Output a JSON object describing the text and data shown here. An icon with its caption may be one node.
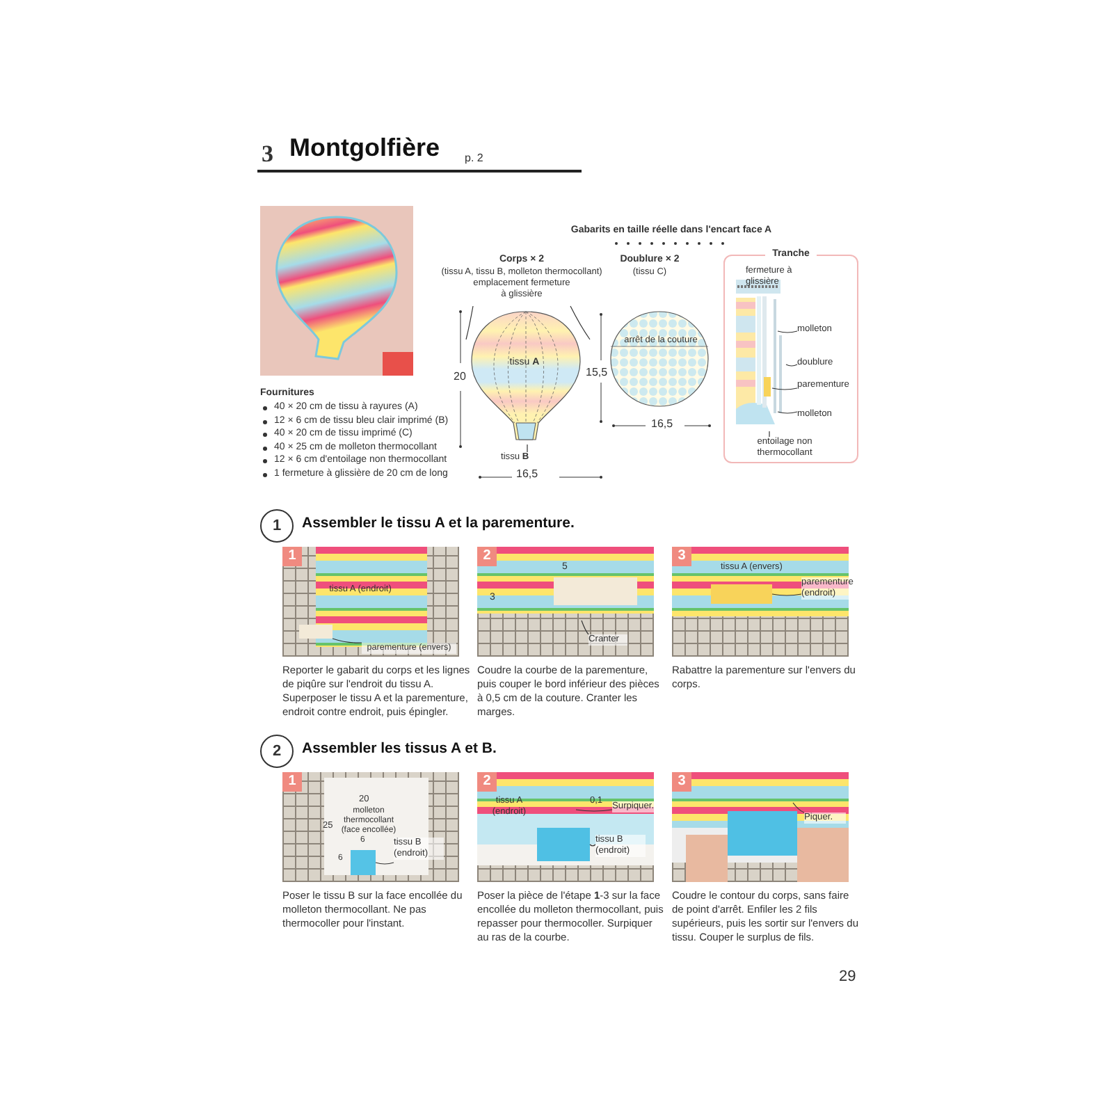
{
  "diagram": {
    "title": "Montgolfière",
    "nodes": [
      {
        "text": [
          "emplacement fermeture à glissière"
        ]
      },
      {
        "text": [
          "tissu **B**"
        ]
      },
      {
        "text": [
          "Tranche"
        ]
      },
      {
        "text": [
          "molleton"
        ],
        "in": 2
      },
      {
        "text": [
          "doublure"
        ],
        "in": 2
      },
      {
        "text": [
          "parementure"
        ],
        "in": 2
      },
      {
        "text": [
          "molleton"
        ],
        "in": 2
      },
      {
        "text": [
          "entoilage non thermocollant"
        ],
        "in": 2
      },
      {
        "text": [
          "1"
        ],
        "beside": [
          "Assembler le tissu A et la parementure."
        ]
      },
      {
        "text": [],
        "shape": "picture",
        "beside": [
          "Reporter le gabarit du corps et les lignes de piqûre sur l'endroit du tissu A. Superposer le tissu A et la parementure, endroit contre endroit, puis épingler."
        ]
      },
      {
        "text": [
          "1"
        ],
        "in": 9
      },
      {
        "text": [
          "parementure (envers)"
        ],
        "in": 9
      },
      {
        "text": [],
        "shape": "box",
        "in": 9
      },
      {
        "text": [],
        "shape": "picture",
        "beside": [
          "Coudre la courbe de la parementure, puis couper le bord inférieur des pièces à 0,5 cm de la couture. Cranter les marges."
        ]
      },
      {
        "text": [
          "2"
        ],
        "in": 13
      },
      {
        "text": [
          "Cranter"
        ],
        "in": 13
      },
      {
        "text": [],
        "shape": "picture",
        "beside": [
          "Rabattre la parementure sur l'envers du corps."
        ]
      },
      {
        "text": [
          "3"
        ],
        "in": 16
      },
      {
        "text": [
          "parementure (endroit)"
        ],
        "in": 16
      },
      {
        "text": [],
        "shape": "box",
        "in": 16
      },
      {
        "text": [
          "2"
        ],
        "beside": [
          "Assembler les tissus A et B."
        ]
      },
      {
        "text": [],
        "shape": "picture",
        "beside": [
          "Poser le tissu B sur la face encollée du molleton thermocollant. Ne pas thermocoller pour l'instant."
        ]
      },
      {
        "text": [
          "1"
        ],
        "in": 21
      },
      {
        "text": [
          "tissu B (endroit)"
        ],
        "in": 21
      },
      {
        "text": [],
        "shape": "box",
        "in": 21
      },
      {
        "text": [],
        "shape": "picture",
        "beside": [
          "Poser la pièce de l'étape **1**-3 sur la face encollée du molleton thermocollant, puis repasser pour thermocoller. Surpiquer au ras de la courbe."
        ]
      },
      {
        "text": [
          "2"
        ],
        "in": 25
      },
      {
        "text": [
          "Surpiquer."
        ],
        "in": 25
      },
      {
        "text": [
          "tissu B (endroit)"
        ],
        "in": 25
      },
      {
        "text": [],
        "shape": "box",
        "in": 25
      },
      {
        "text": [],
        "shape": "picture",
        "beside": [
          "Coudre le contour du corps, sans faire de point d'arrêt. Enfiler les 2 fils supérieurs, puis les sortir sur l'envers du tissu. Couper le surplus de fils."
        ]
      },
      {
        "text": [
          "3"
        ],
        "in": 30
      },
      {
        "text": [
          "Piquer."
        ],
        "in": 30
      }
    ],
    "edges": [
      {
        "from": 0,
        "to": null,
        "arrow": "none"
      },
      {
        "from": 0,
        "to": null,
        "arrow": "none"
      },
      {
        "from": 1,
        "to": null,
        "arrow": "none"
      },
      {
        "from": 3,
        "to": null,
        "arrow": "none"
      },
      {
        "from": 4,
        "to": null,
        "arrow": "none"
      },
      {
        "from": 5,
        "to": null,
        "arrow": "none"
      },
      {
        "from": 6,
        "to": null,
        "arrow": "none"
      },
      {
        "from": 7,
        "to": null,
        "arrow": "none"
      },
      {
        "from": 11,
        "to": 12,
        "arrow": "none"
      },
      {
        "from": 15,
        "to": null,
        "arrow": "none"
      },
      {
        "from": 18,
        "to": 19,
        "arrow": "none"
      },
      {
        "from": 23,
        "to": 24,
        "arrow": "none"
      },
      {
        "from": 27,
        "to": null,
        "arrow": "none"
      },
      {
        "from": 28,
        "to": 29,
        "arrow": "none"
      },
      {
        "from": 32,
        "to": null,
        "arrow": "none"
      }
    ],
    "labels": [
      "3",
      "p. 2",
      "Gabarits en taille réelle dans l'encart face A",
      "Corps × 2",
      "(tissu A, tissu B, molleton thermocollant)",
      "Doublure × 2",
      "(tissu C)",
      "fermeture à glissière",
      "20",
      "tissu **A**",
      "15,5",
      "arrêt de la couture",
      "16,5",
      "16,5",
      "Fournitures",
      "40 × 20 cm de tissu à rayures (A)",
      "12 × 6 cm de tissu bleu clair imprimé (B)",
      "40 × 20 cm de tissu imprimé (C)",
      "40 × 25 cm de molleton thermocollant",
      "12 × 6 cm d'entoilage non thermocollant",
      "1 fermeture à glissière de 20 cm de long",
      "tissu A (endroit)",
      "5",
      "3",
      "tissu A (envers)",
      "20",
      "molleton thermocollant (face encollée)",
      "25",
      "6",
      "6",
      "tissu A (endroit)",
      "0,1",
      "29"
    ]
  }
}
